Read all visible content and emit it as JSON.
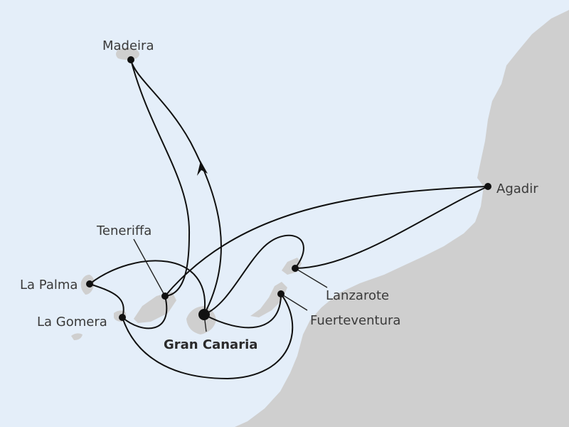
{
  "colors": {
    "sea": "#e4eef9",
    "land": "#cfcfcf",
    "route": "#111111",
    "label": "#3a3a3a"
  },
  "places": {
    "madeira": "Madeira",
    "teneriffa": "Teneriffa",
    "la_palma": "La Palma",
    "la_gomera": "La Gomera",
    "gran_canaria": "Gran Canaria",
    "fuerteventura": "Fuerteventura",
    "lanzarote": "Lanzarote",
    "agadir": "Agadir"
  }
}
